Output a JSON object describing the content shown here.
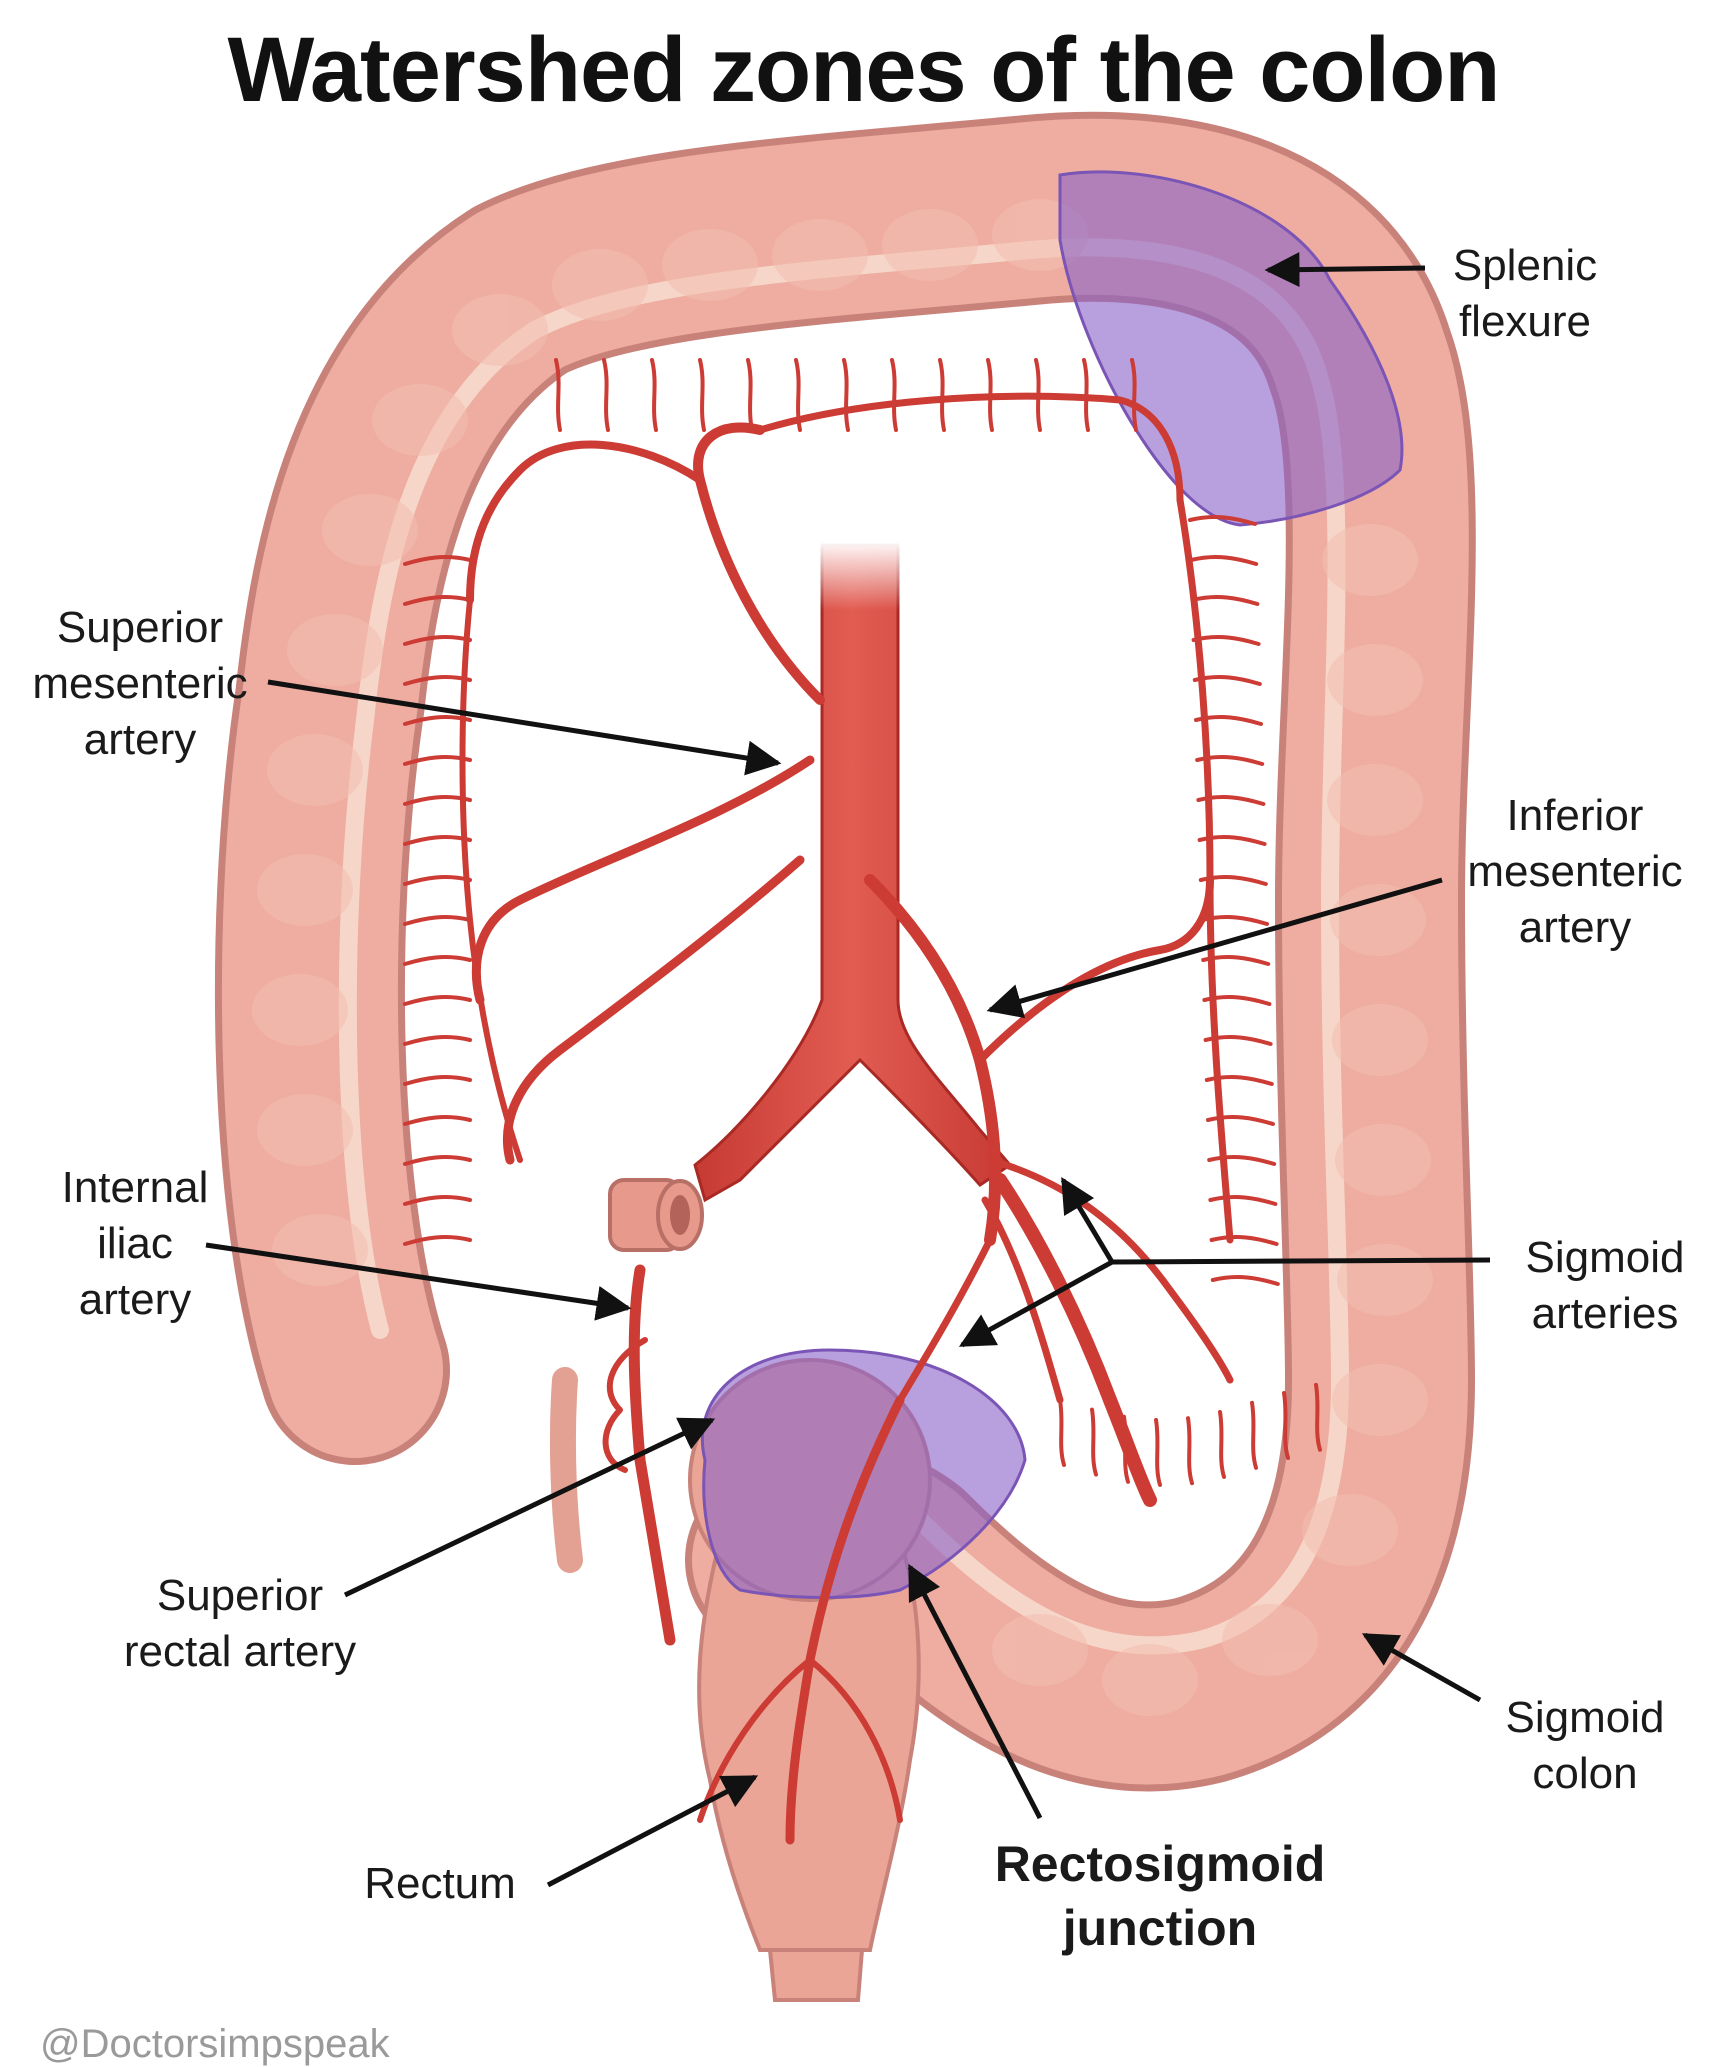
{
  "title": "Watershed zones of the colon",
  "labels": {
    "splenic_flexure": [
      "Splenic",
      "flexure"
    ],
    "superior_mesenteric_artery": [
      "Superior",
      "mesenteric",
      "artery"
    ],
    "inferior_mesenteric_artery": [
      "Inferior",
      "mesenteric",
      "artery"
    ],
    "internal_iliac_artery": [
      "Internal",
      "iliac",
      "artery"
    ],
    "sigmoid_arteries": [
      "Sigmoid",
      "arteries"
    ],
    "superior_rectal_artery": [
      "Superior",
      "rectal artery"
    ],
    "sigmoid_colon": [
      "Sigmoid",
      "colon"
    ],
    "rectum": [
      "Rectum"
    ],
    "rectosigmoid_junction": [
      "Rectosigmoid",
      "junction"
    ]
  },
  "watermark": "@Doctorsimpspeak",
  "colors": {
    "colon": "#e8a89a",
    "colon_outline": "#c8827a",
    "colon_inner": "#f4d0c2",
    "artery": "#cc3b34",
    "artery_dark": "#a92a25",
    "watershed": "#8c64c8"
  }
}
